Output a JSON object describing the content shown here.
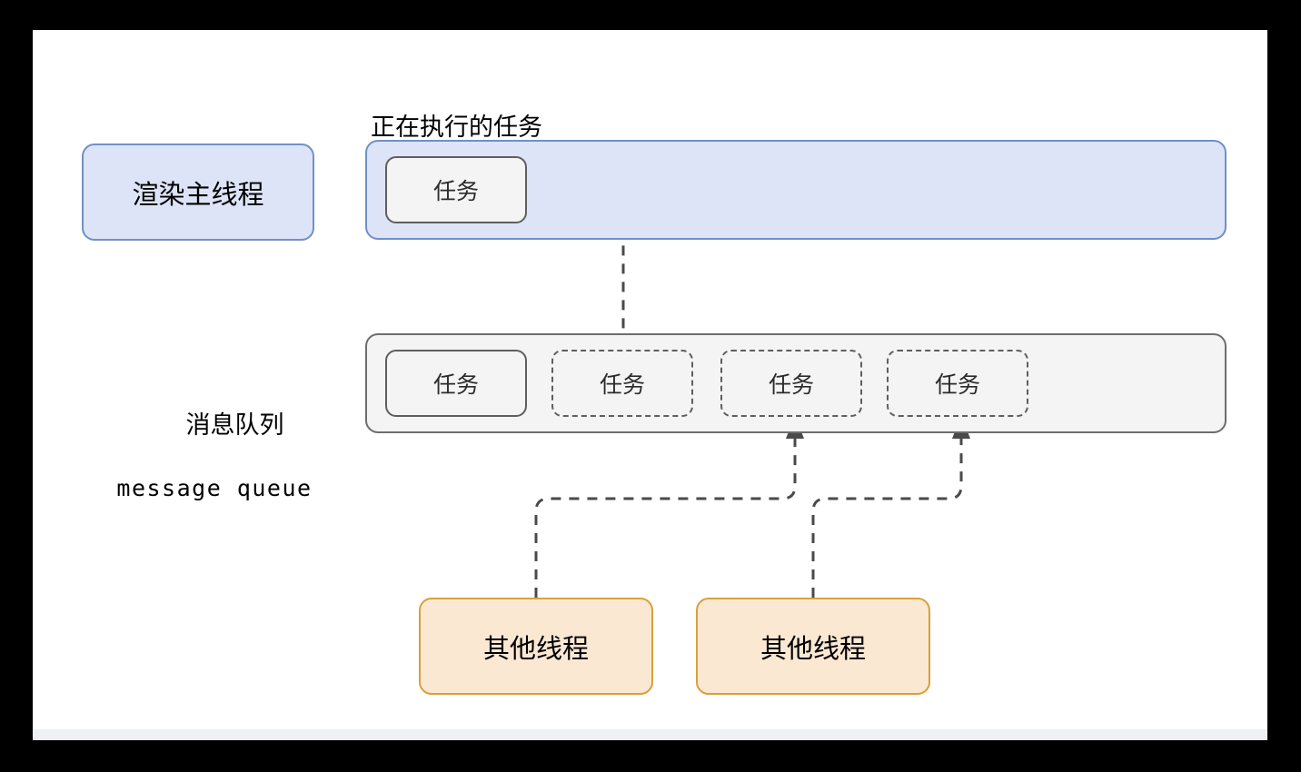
{
  "diagram": {
    "title_label": "正在执行的任务",
    "colors": {
      "canvas": "#ffffff",
      "frame": "#000000",
      "bottom_strip": "#eef0f4",
      "main_thread_fill": "#dde4f8",
      "main_thread_border": "#7090c8",
      "queue_fill": "#f4f4f4",
      "queue_border": "#6d6d6d",
      "task_fill": "#f4f4f4",
      "task_border": "#5e5e5e",
      "thread_fill": "#fae8d3",
      "thread_border": "#d9a03a",
      "connector": "#4a4a4a"
    },
    "main_thread": {
      "label": "渲染主线程",
      "running_task_label": "任务"
    },
    "message_queue": {
      "label_cn": "消息队列",
      "label_en": "message queue",
      "tasks": [
        {
          "label": "任务",
          "style": "solid"
        },
        {
          "label": "任务",
          "style": "dashed"
        },
        {
          "label": "任务",
          "style": "dashed"
        },
        {
          "label": "任务",
          "style": "dashed"
        }
      ]
    },
    "other_threads": [
      {
        "label": "其他线程"
      },
      {
        "label": "其他线程"
      }
    ],
    "connectors": [
      {
        "name": "main-thread-task-to-queue",
        "from": "task-running",
        "to": "queue-task-2",
        "style": "dashed",
        "direction": "down"
      },
      {
        "name": "thread-a-to-queue",
        "from": "thread-a",
        "to": "queue-task-3",
        "style": "dashed",
        "direction": "up"
      },
      {
        "name": "thread-b-to-queue",
        "from": "thread-b",
        "to": "queue-task-4",
        "style": "dashed",
        "direction": "up"
      }
    ]
  }
}
